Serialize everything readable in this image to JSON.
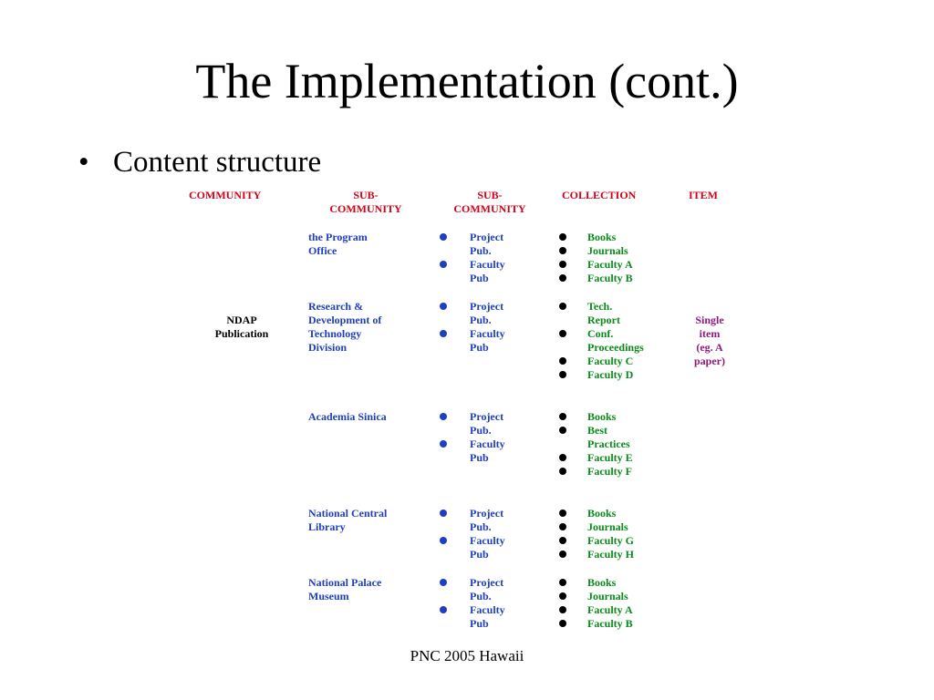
{
  "slide": {
    "title": "The Implementation (cont.)",
    "bullet": "Content structure",
    "footer": "PNC 2005 Hawaii"
  },
  "table": {
    "headers": {
      "community": "COMMUNITY",
      "sub1_a": "SUB-",
      "sub1_b": "COMMUNITY",
      "sub2_a": "SUB-",
      "sub2_b": "COMMUNITY",
      "collection": "COLLECTION",
      "item": "ITEM"
    },
    "community": {
      "line1": "NDAP",
      "line2": "Publication"
    },
    "item": {
      "line1": "Single",
      "line2": "item",
      "line3": "(eg. A",
      "line4": "paper)"
    },
    "groups": [
      {
        "name_lines": [
          "the Program",
          "Office"
        ],
        "sub": [
          [
            "Project",
            "Pub."
          ],
          [
            "Faculty",
            "Pub"
          ]
        ],
        "collections": [
          [
            "Books"
          ],
          [
            "Journals"
          ],
          [
            "Faculty A"
          ],
          [
            "Faculty B"
          ]
        ]
      },
      {
        "name_lines": [
          "Research &",
          "Development of",
          "Technology",
          "Division"
        ],
        "sub": [
          [
            "Project",
            "Pub."
          ],
          [
            "Faculty",
            "Pub"
          ]
        ],
        "collections": [
          [
            "Tech.",
            "Report"
          ],
          [
            "Conf.",
            "Proceedings"
          ],
          [
            "Faculty C"
          ],
          [
            "Faculty D"
          ]
        ]
      },
      {
        "name_lines": [
          "Academia Sinica"
        ],
        "sub": [
          [
            "Project",
            "Pub."
          ],
          [
            "Faculty",
            "Pub"
          ]
        ],
        "collections": [
          [
            "Books"
          ],
          [
            "Best",
            "Practices"
          ],
          [
            "Faculty E"
          ],
          [
            "Faculty F"
          ]
        ]
      },
      {
        "name_lines": [
          "National  Central",
          "Library"
        ],
        "sub": [
          [
            "Project",
            "Pub."
          ],
          [
            "Faculty",
            "Pub"
          ]
        ],
        "collections": [
          [
            "Books"
          ],
          [
            "Journals"
          ],
          [
            "Faculty G"
          ],
          [
            "Faculty H"
          ]
        ]
      },
      {
        "name_lines": [
          "National    Palace",
          "Museum"
        ],
        "sub": [
          [
            "Project",
            "Pub."
          ],
          [
            "Faculty",
            "Pub"
          ]
        ],
        "collections": [
          [
            "Books"
          ],
          [
            "Journals"
          ],
          [
            "Faculty A"
          ],
          [
            "Faculty B"
          ]
        ]
      }
    ]
  }
}
